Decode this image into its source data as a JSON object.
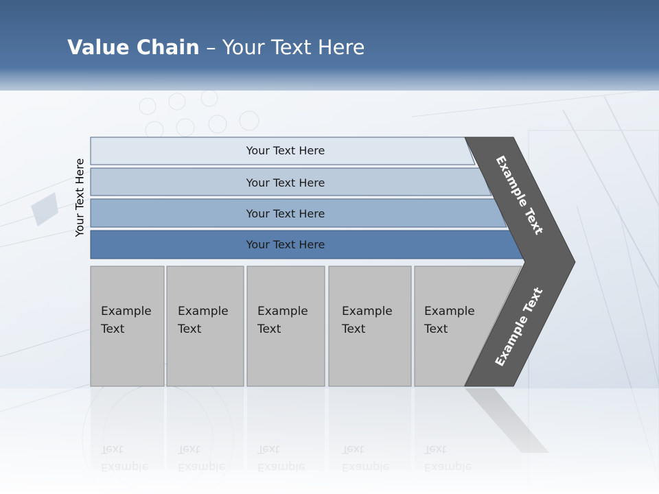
{
  "slide": {
    "title_bold": "Value Chain",
    "title_rest": " – Your Text Here",
    "side_label": "Your Text Here",
    "rows": [
      "Your Text Here",
      "Your Text Here",
      "Your Text Here",
      "Your Text Here"
    ],
    "boxes": [
      {
        "line1": "Example",
        "line2": "Text"
      },
      {
        "line1": "Example",
        "line2": "Text"
      },
      {
        "line1": "Example",
        "line2": "Text"
      },
      {
        "line1": "Example",
        "line2": "Text"
      },
      {
        "line1": "Example",
        "line2": "Text"
      }
    ],
    "chevron_top_label": "Example Text",
    "chevron_bottom_label": "Example Text"
  },
  "colors": {
    "header": "#4a6d96",
    "row_1": "#dde5ef",
    "row_2": "#bccbdc",
    "row_3": "#98b1cd",
    "row_4": "#5b7fad",
    "box": "#c0c0c0",
    "chevron": "#5e5e5e"
  }
}
